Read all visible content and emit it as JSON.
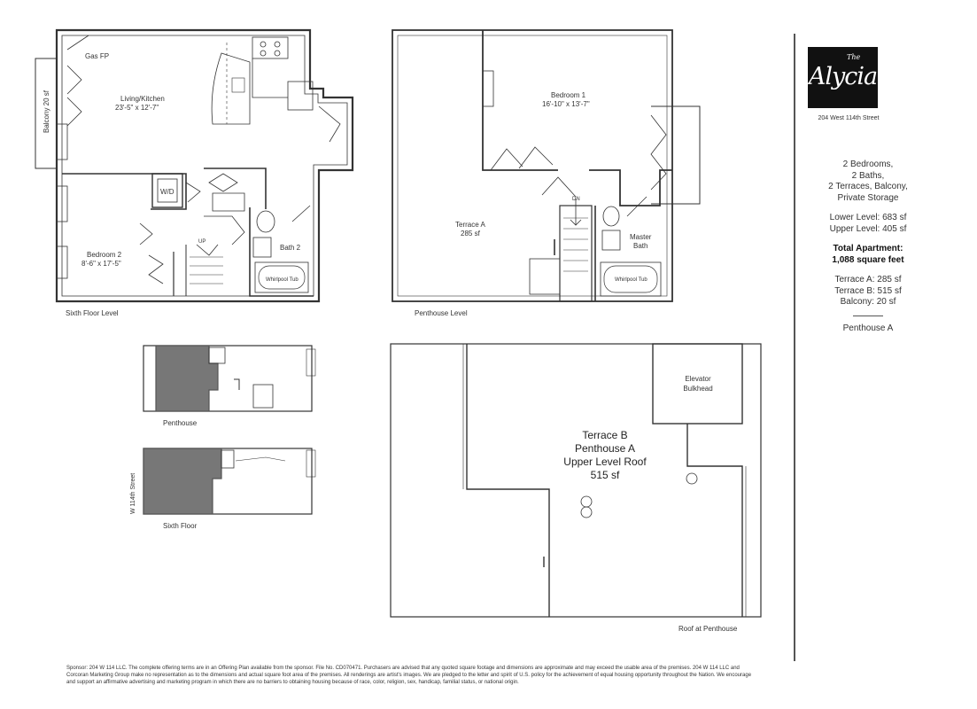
{
  "building": {
    "logo_small": "The",
    "logo_name": "Alycia",
    "address": "204 West 114th Street"
  },
  "summary": {
    "line1": "2 Bedrooms,",
    "line2": "2 Baths,",
    "line3": "2 Terraces, Balcony,",
    "line4": "Private Storage",
    "lower_level": "Lower Level: 683 sf",
    "upper_level": "Upper Level: 405 sf",
    "total_label": "Total Apartment:",
    "total_value": "1,088 square feet",
    "terrace_a": "Terrace A: 285 sf",
    "terrace_b": "Terrace B: 515 sf",
    "balcony": "Balcony: 20 sf",
    "unit": "Penthouse A"
  },
  "sixth_floor": {
    "gas_fp": "Gas FP",
    "living": "Living/Kitchen",
    "living_dim": "23'-5\" x 12'-7\"",
    "balcony": "Balcony 20 sf",
    "wd": "W/D",
    "bedroom2": "Bedroom 2",
    "bedroom2_dim": "8'-6\" x 17'-5\"",
    "bath2": "Bath 2",
    "tub": "Whirlpool Tub",
    "up": "UP",
    "caption": "Sixth Floor Level"
  },
  "penthouse_level": {
    "bedroom1": "Bedroom 1",
    "bedroom1_dim": "16'-10\" x 13'-7\"",
    "terrace_a": "Terrace A",
    "terrace_a_sf": "285 sf",
    "master_bath": "Master",
    "master_bath2": "Bath",
    "tub": "Whirlpool Tub",
    "dn": "DN",
    "caption": "Penthouse Level"
  },
  "key_plans": {
    "penthouse_caption": "Penthouse",
    "sixth_caption": "Sixth Floor",
    "street": "W 114th Street"
  },
  "roof": {
    "elevator": "Elevator",
    "bulkhead": "Bulkhead",
    "line1": "Terrace B",
    "line2": "Penthouse A",
    "line3": "Upper Level Roof",
    "line4": "515 sf",
    "caption": "Roof at Penthouse"
  },
  "disclaimer": "Sponsor: 204 W 114 LLC. The complete offering terms are in an Offering Plan available from the sponsor. File No. CD070471. Purchasers are advised that any quoted square footage and dimensions are approximate and may exceed the usable area of the premises. 204 W 114 LLC and Corcoran Marketing Group make no representation as to the dimensions and actual square foot area of the premises. All renderings are artist's images. We are pledged to the letter and spirit of U.S. policy for the achievement of equal housing opportunity throughout the Nation. We encourage and support an affirmative advertising and marketing program in which there are no barriers to obtaining housing because of race, color, religion, sex, handicap, familial status, or national origin."
}
